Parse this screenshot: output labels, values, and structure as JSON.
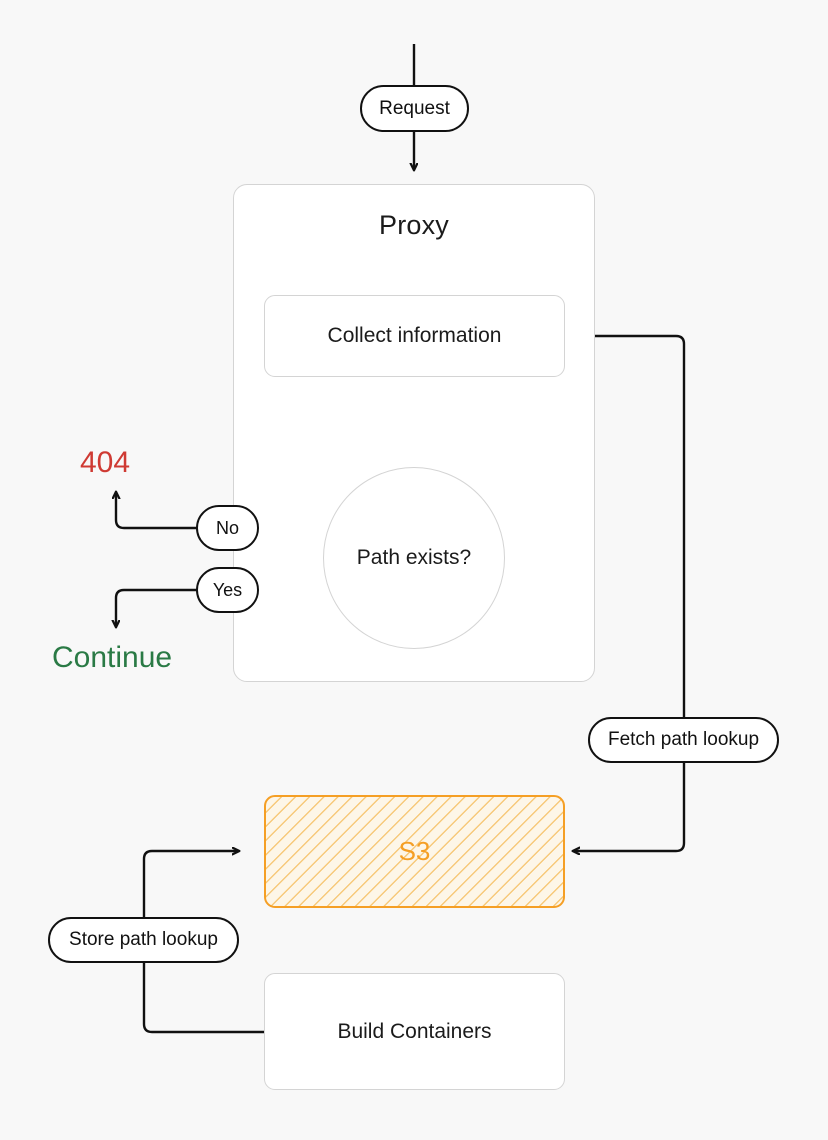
{
  "diagram": {
    "title": "Request proxy path lookup flow",
    "background_color": "#f8f8f8",
    "line_color": "#111111",
    "node_border_color": "#d4d4d4"
  },
  "nodes": {
    "request": {
      "label": "Request",
      "shape": "pill"
    },
    "proxy_group": {
      "label": "Proxy",
      "shape": "rounded-rect-container"
    },
    "collect_information": {
      "label": "Collect information",
      "shape": "rounded-rect"
    },
    "path_exists": {
      "label": "Path exists?",
      "shape": "circle"
    },
    "no_branch": {
      "label": "No",
      "shape": "pill"
    },
    "yes_branch": {
      "label": "Yes",
      "shape": "pill"
    },
    "result_404": {
      "label": "404",
      "shape": "text",
      "color": "#cf3a33"
    },
    "result_continue": {
      "label": "Continue",
      "shape": "text",
      "color": "#2a7a45"
    },
    "fetch_path_lookup": {
      "label": "Fetch path lookup",
      "shape": "pill"
    },
    "store_path_lookup": {
      "label": "Store path lookup",
      "shape": "pill"
    },
    "s3": {
      "label": "S3",
      "shape": "hatched-rect",
      "color": "#f59f25"
    },
    "build_containers": {
      "label": "Build Containers",
      "shape": "rounded-rect"
    }
  },
  "edges": [
    {
      "from": "start",
      "to": "request",
      "arrow": false
    },
    {
      "from": "request",
      "to": "proxy_group",
      "arrow": true
    },
    {
      "from": "collect_information",
      "to": "path_exists",
      "arrow": true
    },
    {
      "from": "collect_information",
      "to": "s3",
      "arrow": true,
      "via": "fetch_path_lookup"
    },
    {
      "from": "path_exists",
      "to": "no_branch",
      "arrow": false
    },
    {
      "from": "no_branch",
      "to": "result_404",
      "arrow": true
    },
    {
      "from": "path_exists",
      "to": "yes_branch",
      "arrow": false
    },
    {
      "from": "yes_branch",
      "to": "result_continue",
      "arrow": true
    },
    {
      "from": "build_containers",
      "to": "s3",
      "arrow": true,
      "via": "store_path_lookup"
    }
  ]
}
